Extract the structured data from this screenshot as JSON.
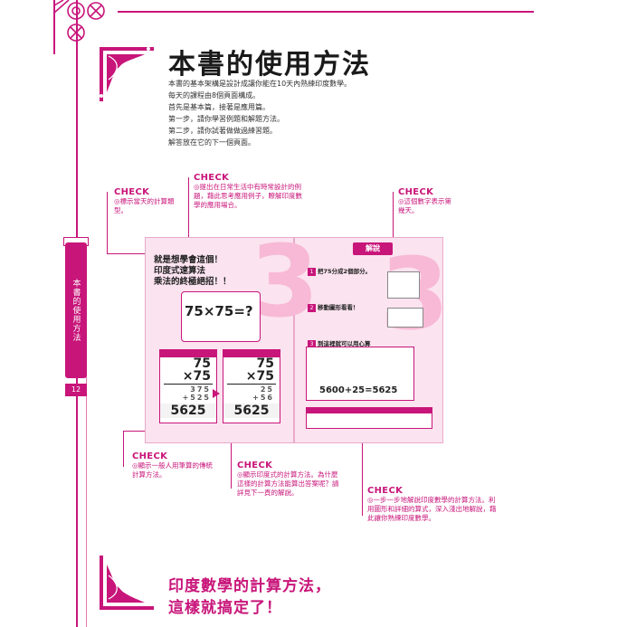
{
  "page": {
    "title": "本書的使用方法",
    "intro": [
      "本書的基本架構是設計成讓你能在10天內熟練印度數學。",
      "每天的課程由8個頁面構成。",
      "首先是基本篇，接著是應用篇。",
      "第一步，請你學習例題和解題方法。",
      "第二步，請你試著做做過練習題。",
      "解答放在它的下一個頁面。"
    ],
    "page_number": "12",
    "banner_lines": [
      "印度數學的計算方法，",
      "這樣就搞定了！"
    ]
  },
  "checks": [
    {
      "label": "CHECK",
      "text": "◎標示當天的計算類型。"
    },
    {
      "label": "CHECK",
      "text": "◎提出在日常生活中有時常設計的例題，藉此思考應用例子，瞭解印度數學的應用場合。"
    },
    {
      "label": "CHECK",
      "text": "◎這個數字表示第幾天。"
    },
    {
      "label": "CHECK",
      "text": "◎顯示一般人用筆算的傳統計算方法。"
    },
    {
      "label": "CHECK",
      "text": "◎顯示印度式的計算方法。為什麼這樣的計算方法能算出答案呢？請詳見下一頁的解說。"
    },
    {
      "label": "CHECK",
      "text": "◎一步一步地解說印度數學的計算方法。利用圖形和詳細的算式，深入淺出地解說，藉此讓你熟練印度數學。"
    }
  ],
  "spread": {
    "left_heading": [
      "就是想學會這個！",
      "印度式速算法",
      "乘法的終極絕招！！"
    ],
    "question": "75×75=?",
    "traditional": {
      "a": "75",
      "b": "×75",
      "p1": "375",
      "p2": "+525",
      "result": "5625"
    },
    "indian": {
      "a": "75",
      "b": "×75",
      "p1": "25",
      "p2": "+56",
      "result": "5625"
    },
    "right_title": "解說",
    "steps": [
      {
        "num": "1",
        "head": "把75分成2個部分。"
      },
      {
        "num": "2",
        "head": "移動圖形看看！"
      },
      {
        "num": "3",
        "head": "到這裡就可以用心算了！"
      }
    ],
    "equation": "5600+25=5625",
    "big_digits": [
      "3",
      "3"
    ]
  }
}
